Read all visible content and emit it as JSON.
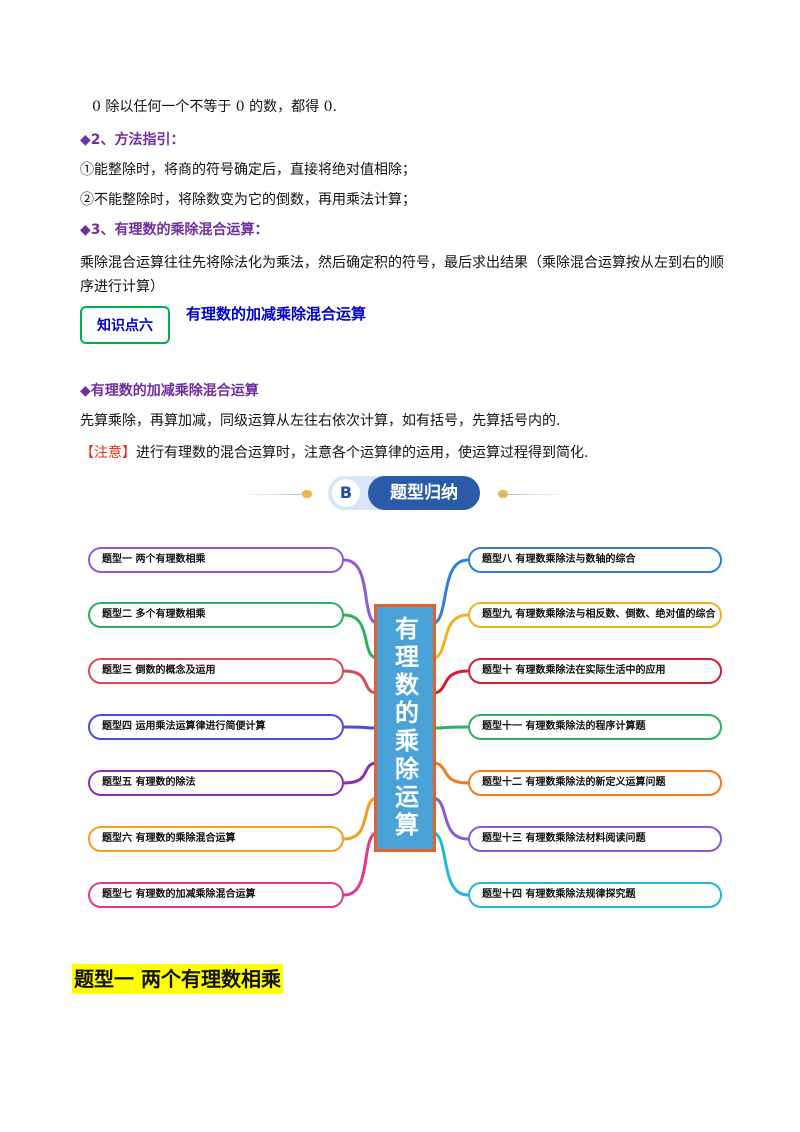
{
  "section5_tail": {
    "line": "0 除以任何一个不等于 0 的数，都得 0."
  },
  "section_method": {
    "heading": "◆2、方法指引：",
    "items": [
      "①能整除时，将商的符号确定后，直接将绝对值相除；",
      "②不能整除时，将除数变为它的倒数，再用乘法计算；"
    ]
  },
  "section_mixed": {
    "heading": "◆3、有理数的乘除混合运算：",
    "body": "乘除混合运算往往先将除法化为乘法，然后确定积的符号，最后求出结果（乘除混合运算按从左到右的顺序进行计算）"
  },
  "knowledge_point": {
    "badge": "知识点六",
    "title": "有理数的加减乘除混合运算"
  },
  "section_four_ops": {
    "heading": "◆有理数的加减乘除混合运算",
    "body": "先算乘除，再算加减，同级运算从左往右依次计算，如有括号，先算括号内的.",
    "note_label": "【注意】",
    "note_text": "进行有理数的混合运算时，注意各个运算律的运用，使运算过程得到简化."
  },
  "banner": {
    "letter": "B",
    "title": "题型归纳"
  },
  "mindmap": {
    "center": "有理数的乘除运算",
    "left": [
      {
        "label": "题型一  两个有理数相乘",
        "color": "#8e5bd6"
      },
      {
        "label": "题型二  多个有理数相乘",
        "color": "#2fb060"
      },
      {
        "label": "题型三  倒数的概念及运用",
        "color": "#d94a5b"
      },
      {
        "label": "题型四  运用乘法运算律进行简便计算",
        "color": "#4a50d9"
      },
      {
        "label": "题型五 有理数的除法",
        "color": "#8a2fb0"
      },
      {
        "label": "题型六  有理数的乘除混合运算",
        "color": "#f0a020"
      },
      {
        "label": "题型七  有理数的加减乘除混合运算",
        "color": "#e03a8c"
      }
    ],
    "right": [
      {
        "label": "题型八  有理数乘除法与数轴的综合",
        "color": "#2f7fd9"
      },
      {
        "label": "题型九 有理数乘除法与相反数、倒数、绝对值的综合",
        "color": "#f0b020"
      },
      {
        "label": "题型十 有理数乘除法在实际生活中的应用",
        "color": "#d02030"
      },
      {
        "label": "题型十一   有理数乘除法的程序计算题",
        "color": "#30b060"
      },
      {
        "label": "题型十二   有理数乘除法的新定义运算问题",
        "color": "#f07a20"
      },
      {
        "label": "题型十三   有理数乘除法材料阅读问题",
        "color": "#8a5bd0"
      },
      {
        "label": "题型十四   有理数乘除法规律探究题",
        "color": "#20b8d8"
      }
    ]
  },
  "bottom_heading": "题型一    两个有理数相乘"
}
